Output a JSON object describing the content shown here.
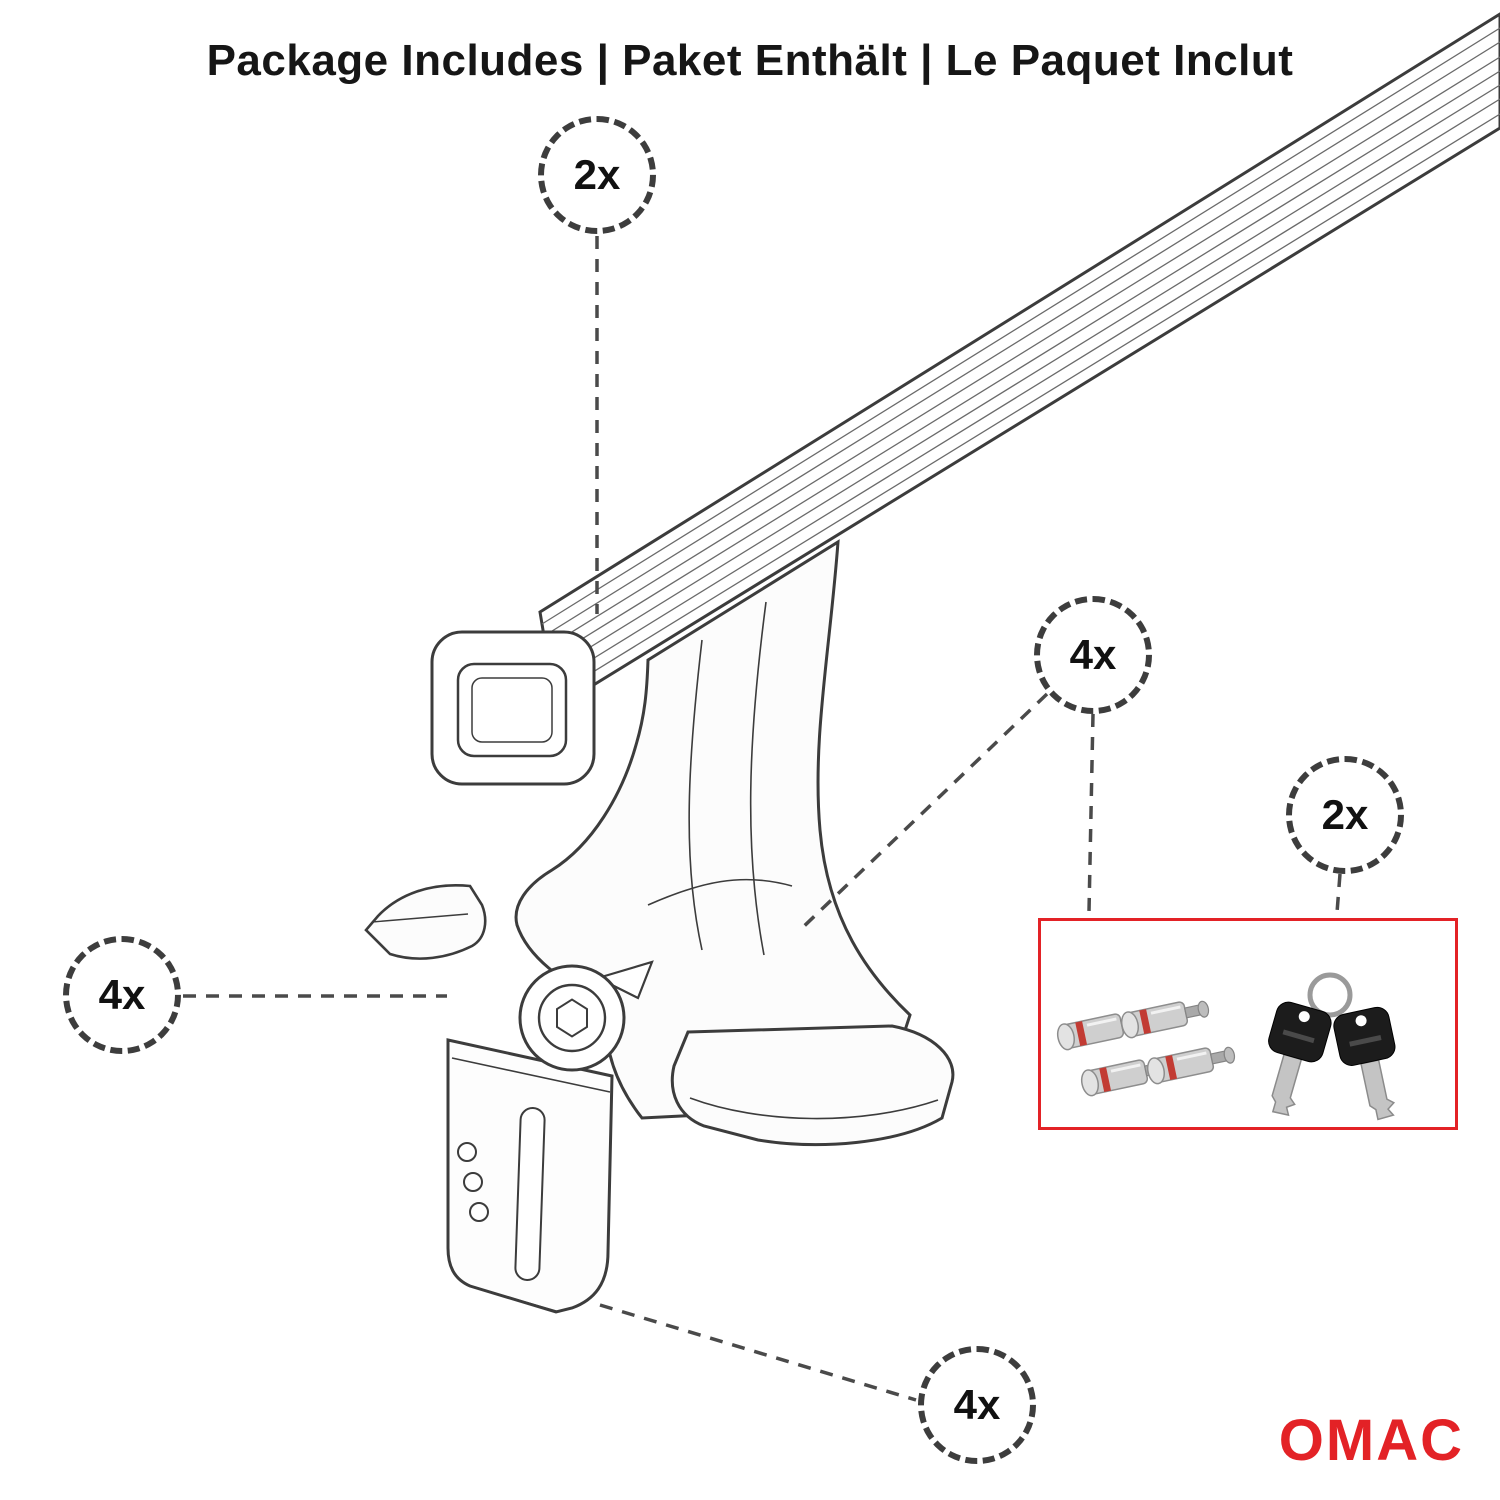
{
  "page": {
    "title": "Package Includes | Paket Enthält | Le Paquet Inclut"
  },
  "callouts": {
    "crossbar": "2x",
    "lock_bolts": "4x",
    "keys": "2x",
    "foot": "4x",
    "clamp": "4x"
  },
  "inset": {
    "items": [
      "lock-cylinders-image",
      "keys-image"
    ]
  },
  "logo": {
    "text": "OMAC"
  },
  "colors": {
    "accent_red": "#e32226",
    "line_dark": "#3c3c3c"
  }
}
